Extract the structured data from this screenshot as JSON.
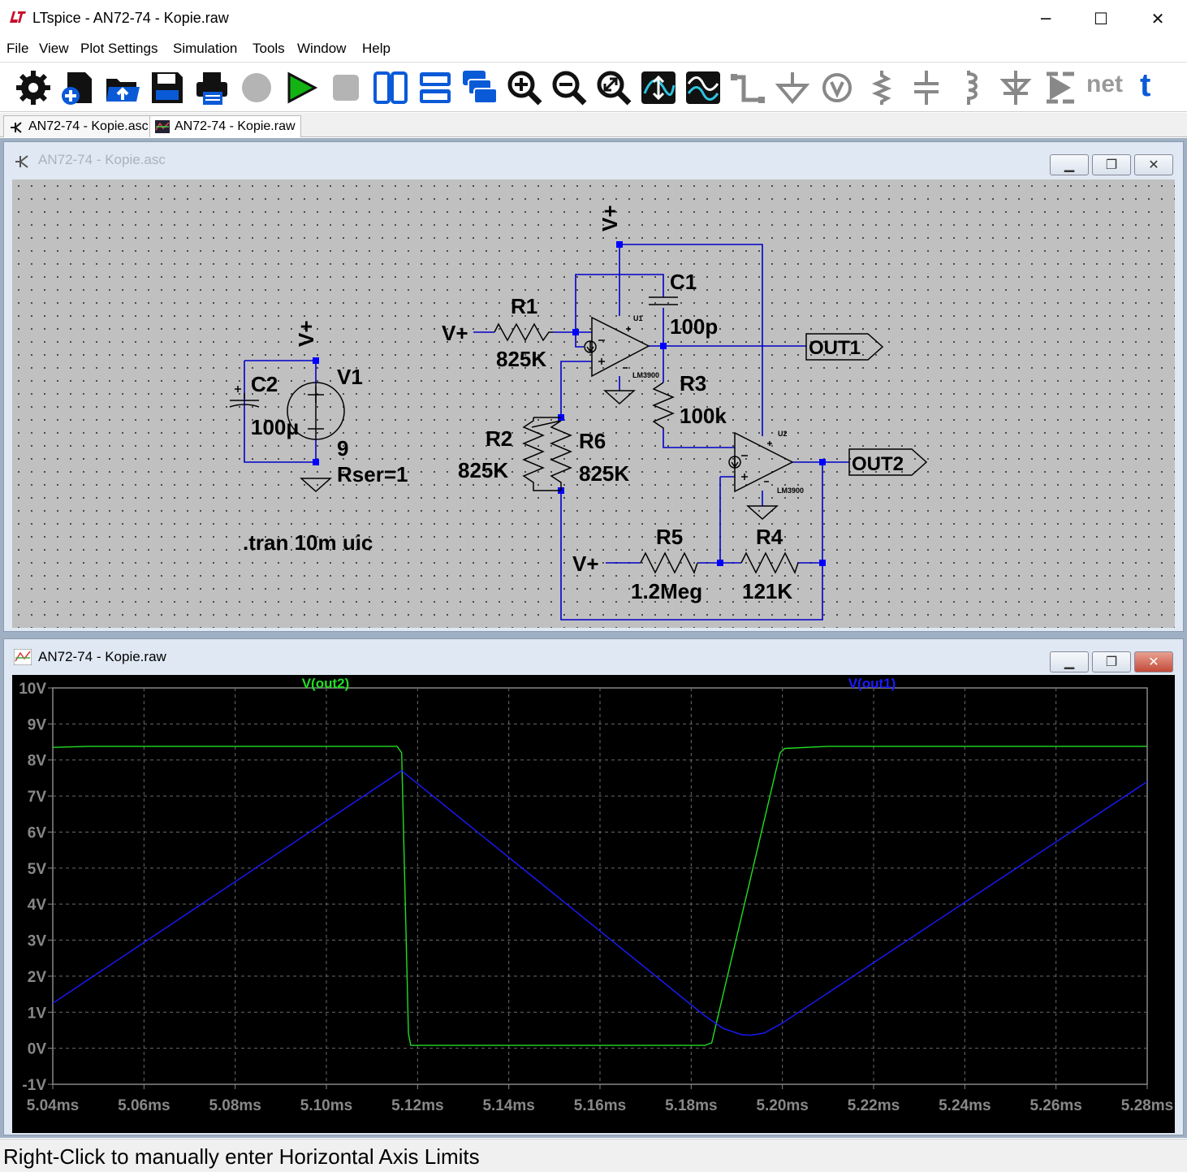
{
  "window": {
    "title": "LTspice - AN72-74 - Kopie.raw",
    "minimize": "─",
    "maximize": "☐",
    "close": "✕"
  },
  "menu": [
    "File",
    "View",
    "Plot Settings",
    "Simulation",
    "Tools",
    "Window",
    "Help"
  ],
  "toolbar": {
    "icons": [
      "gear-icon",
      "new-schematic-icon",
      "open-icon",
      "save-icon",
      "print-icon",
      "halt-icon",
      "run-icon",
      "stop-icon",
      "tile-vertical-icon",
      "tile-horizontal-icon",
      "cascade-icon",
      "zoom-in-icon",
      "zoom-out-icon",
      "zoom-fit-icon",
      "autorange-icon",
      "fft-icon",
      "wire-icon",
      "ground-icon",
      "voltage-probe-icon",
      "resistor-icon",
      "capacitor-icon",
      "inductor-icon",
      "diode-icon",
      "component-icon",
      "net-label-icon",
      "text-icon"
    ],
    "net_label": "net",
    "text_label": "t"
  },
  "tabs": [
    {
      "label": "AN72-74 - Kopie.asc",
      "active": false
    },
    {
      "label": "AN72-74 - Kopie.raw",
      "active": true
    }
  ],
  "schematic_window": {
    "title": "AN72-74 - Kopie.asc",
    "labels": {
      "vplus_top": "V+",
      "vplus_v1": "V+",
      "c2": "C2",
      "c2_val": "100μ",
      "v1": "V1",
      "v1_val": "9",
      "v1_rser": "Rser=1",
      "r1": "R1",
      "r1_val": "825K",
      "vplus_r1": "V+",
      "c1": "C1",
      "c1_val": "100p",
      "u1": "U1",
      "u1_part": "LM3900",
      "out1": "OUT1",
      "r3": "R3",
      "r3_val": "100k",
      "r2": "R2",
      "r2_val": "825K",
      "r6": "R6",
      "r6_val": "825K",
      "u2": "U2",
      "u2_part": "LM3900",
      "out2": "OUT2",
      "r5": "R5",
      "r5_val": "1.2Meg",
      "r4": "R4",
      "r4_val": "121K",
      "vplus_r5": "V+",
      "directive": ".tran 10m uic"
    }
  },
  "plot_window": {
    "title": "AN72-74 - Kopie.raw",
    "trace_labels": [
      {
        "name": "V(out2)",
        "color": "#22dd22"
      },
      {
        "name": "V(out1)",
        "color": "#1a1aff"
      }
    ],
    "y_ticks": [
      "10V",
      "9V",
      "8V",
      "7V",
      "6V",
      "5V",
      "4V",
      "3V",
      "2V",
      "1V",
      "0V",
      "-1V"
    ],
    "x_ticks": [
      "5.04ms",
      "5.06ms",
      "5.08ms",
      "5.10ms",
      "5.12ms",
      "5.14ms",
      "5.16ms",
      "5.18ms",
      "5.20ms",
      "5.22ms",
      "5.24ms",
      "5.26ms",
      "5.28ms"
    ]
  },
  "chart_data": {
    "type": "line",
    "xlabel": "",
    "ylabel": "",
    "xlim": [
      5.04,
      5.28
    ],
    "ylim": [
      -1,
      10
    ],
    "x_unit": "ms",
    "y_unit": "V",
    "grid": true,
    "series": [
      {
        "name": "V(out2)",
        "color": "#22dd22",
        "x": [
          5.04,
          5.048,
          5.1155,
          5.1165,
          5.118,
          5.1185,
          5.183,
          5.1845,
          5.1995,
          5.2005,
          5.21,
          5.28
        ],
        "y": [
          8.35,
          8.38,
          8.38,
          8.2,
          0.4,
          0.08,
          0.08,
          0.15,
          8.2,
          8.32,
          8.38,
          8.38
        ]
      },
      {
        "name": "V(out1)",
        "color": "#1a1aff",
        "x": [
          5.04,
          5.1165,
          5.183,
          5.187,
          5.191,
          5.193,
          5.196,
          5.2,
          5.28
        ],
        "y": [
          1.25,
          7.7,
          0.9,
          0.55,
          0.38,
          0.36,
          0.42,
          0.7,
          7.4
        ]
      }
    ]
  },
  "status": {
    "text": "Right-Click to manually enter Horizontal Axis Limits"
  }
}
